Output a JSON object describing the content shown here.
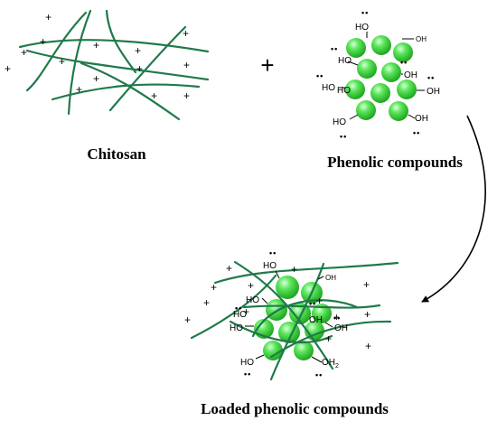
{
  "captions": {
    "chitosan": "Chitosan",
    "phenolic": "Phenolic compounds",
    "loaded": "Loaded phenolic compounds"
  },
  "plus_operator": "+",
  "charge_symbol": "+",
  "lone_pair": "••",
  "phenolic_labels": [
    "HO",
    "OH",
    "HO",
    "HO",
    "OH",
    "HO",
    "OH",
    "HO",
    "OH"
  ],
  "loaded_labels": [
    "HO",
    "OH",
    "HO",
    "HO",
    "HO",
    "OH",
    "HO",
    "OH"
  ],
  "loaded_oh2_label": "OH",
  "loaded_oh2_subscript": "2",
  "colors": {
    "chain": "#1f7a4a",
    "sphere_light": "#d9ffd9",
    "sphere_mid": "#5be65b",
    "sphere_dark": "#169a16",
    "arrow": "#000000"
  }
}
